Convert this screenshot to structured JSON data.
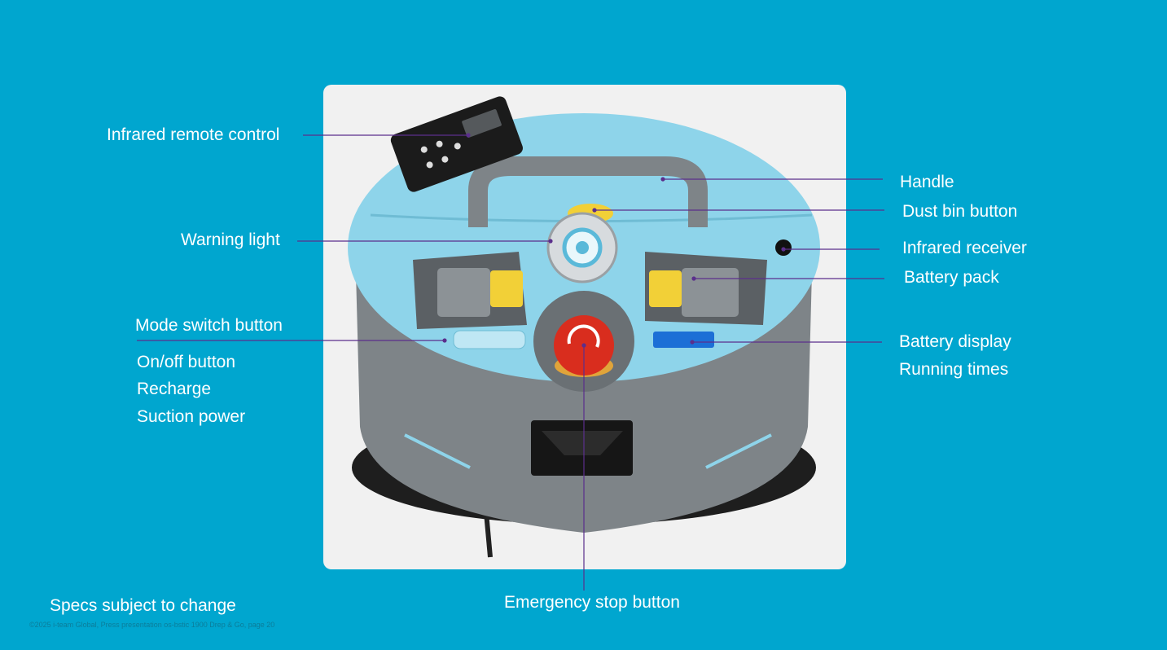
{
  "labels": {
    "remote_control": "Infrared remote control",
    "warning_light": "Warning light",
    "mode_switch": "Mode switch button",
    "on_off": "On/off button",
    "recharge": "Recharge",
    "suction": "Suction power",
    "handle": "Handle",
    "dust_bin": "Dust bin button",
    "ir_receiver": "Infrared receiver",
    "battery_pack": "Battery pack",
    "battery_display": "Battery display",
    "running_times": "Running times",
    "emergency_stop": "Emergency stop button"
  },
  "footer": {
    "specs_note": "Specs subject to change",
    "copyright": "©2025 i-team Global, Press presentation os-bstic 1900 Drep & Go, page 20"
  },
  "colors": {
    "background": "#00a6cf",
    "leader_line": "#5b2f8c",
    "robot_top": "#8ed4ea",
    "robot_body": "#7e8488"
  }
}
